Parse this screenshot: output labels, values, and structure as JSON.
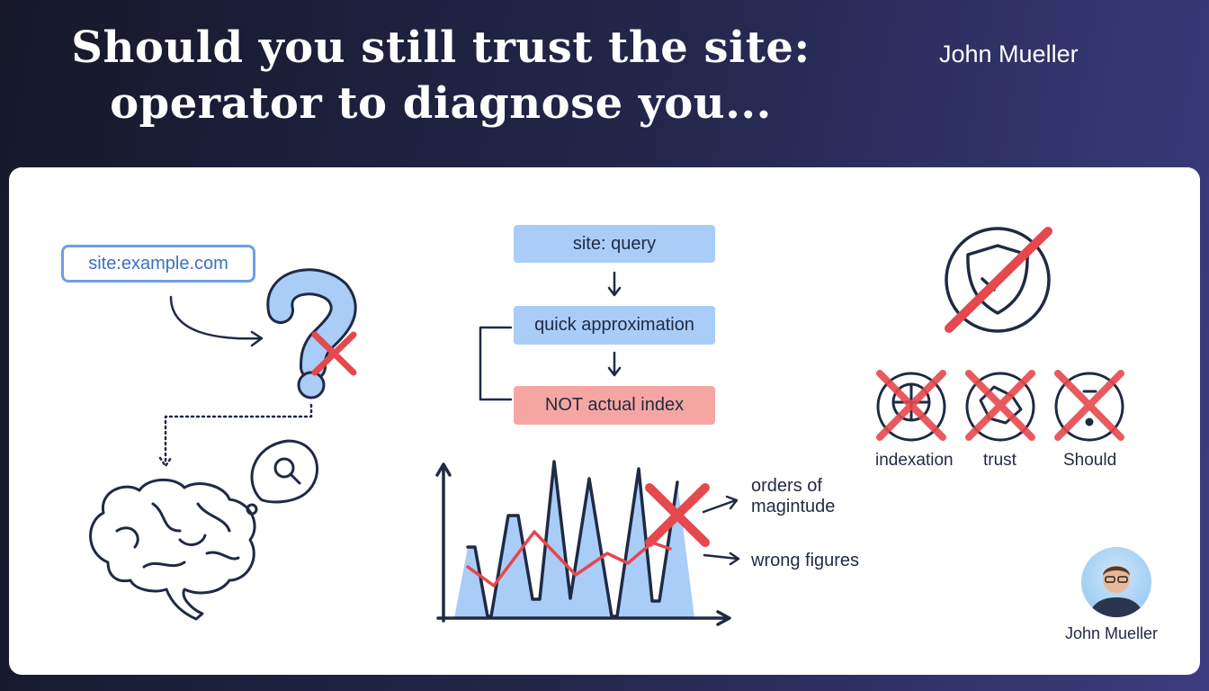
{
  "header": {
    "title_line1": "Should you still trust the site:",
    "title_line2": "operator to diagnose you...",
    "author": "John Mueller"
  },
  "left": {
    "search_query": "site:example.com"
  },
  "flow": {
    "step1": "site: query",
    "step2": "quick approximation",
    "step3": "NOT actual index"
  },
  "chart_labels": {
    "annotation1_line1": "orders of",
    "annotation1_line2": "magintude",
    "annotation2": "wrong figures"
  },
  "icons": {
    "labels": [
      "indexation",
      "trust",
      "Should"
    ]
  },
  "footer": {
    "author": "John Mueller"
  },
  "colors": {
    "accent_blue": "#a9cdf6",
    "accent_red": "#e5484d",
    "navy": "#1f2a44",
    "error_box": "#f6a6a2"
  }
}
